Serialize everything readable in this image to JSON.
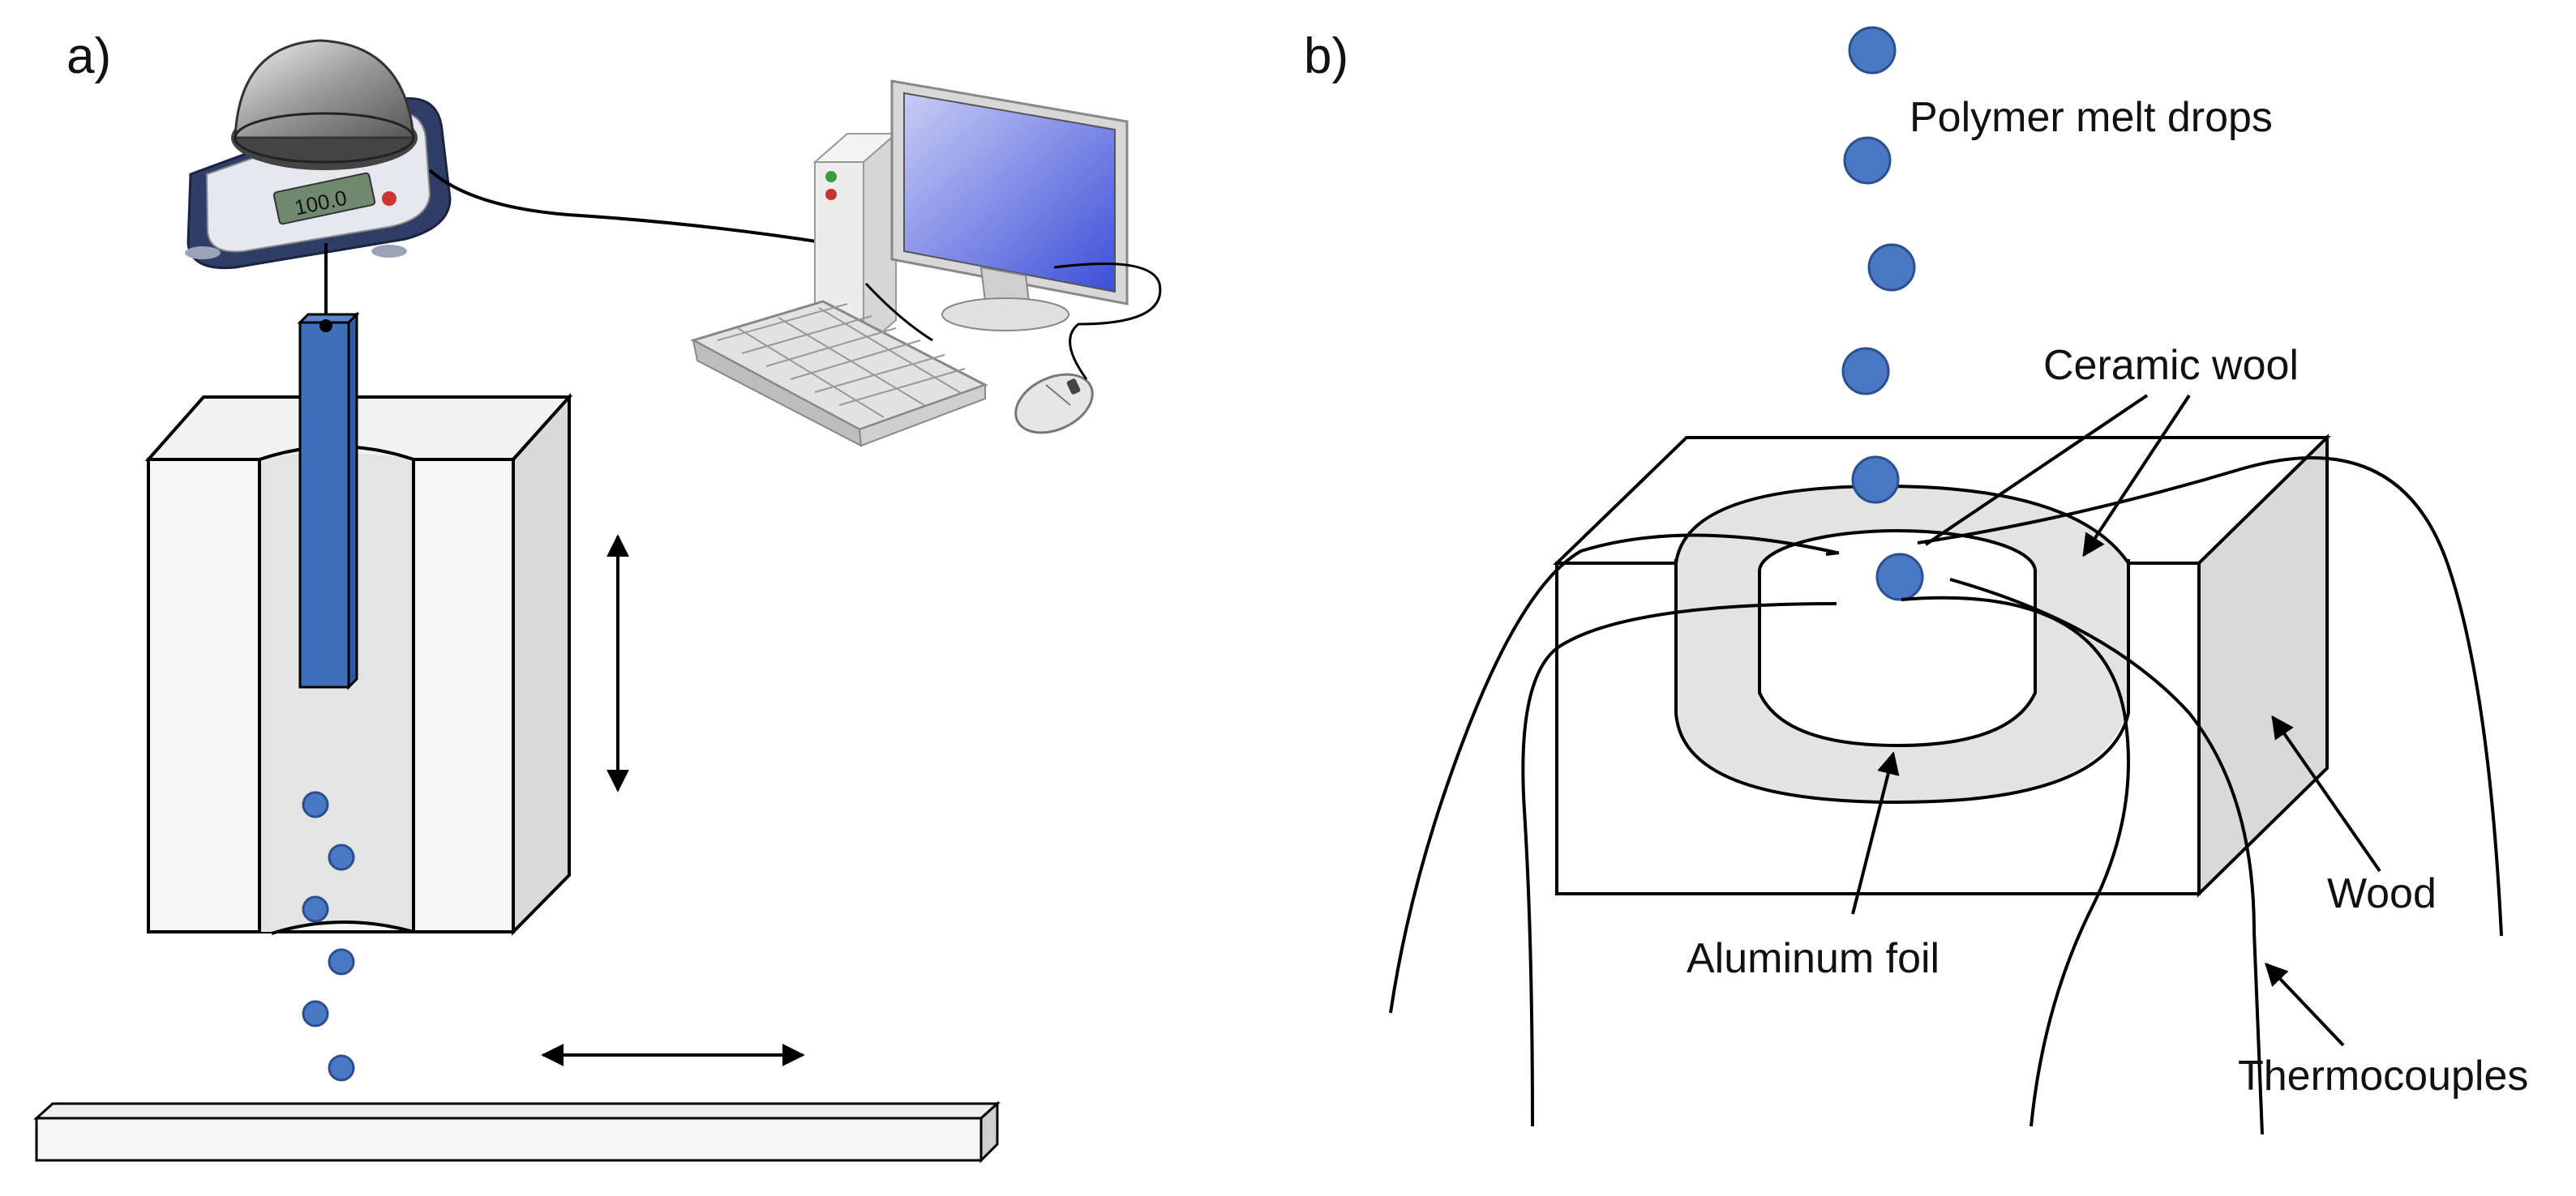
{
  "panels": {
    "a": {
      "label": "a)"
    },
    "b": {
      "label": "b)"
    }
  },
  "labels": {
    "polymer_melt_drops": "Polymer melt drops",
    "ceramic_wool": "Ceramic wool",
    "aluminum_foil": "Aluminum foil",
    "wood": "Wood",
    "thermocouples": "Thermocouples"
  },
  "balance_display": "100.0",
  "colors": {
    "drop": "#4a78c2",
    "drop_stroke": "#2b4f8f",
    "rod": "#3e6fb8",
    "block_face": "#f7f7f7",
    "block_side": "#d8d8d8",
    "channel": "#e6e6e6",
    "ceramic": "#e3e3e3",
    "monitor_screen": "#5a6fe0"
  }
}
